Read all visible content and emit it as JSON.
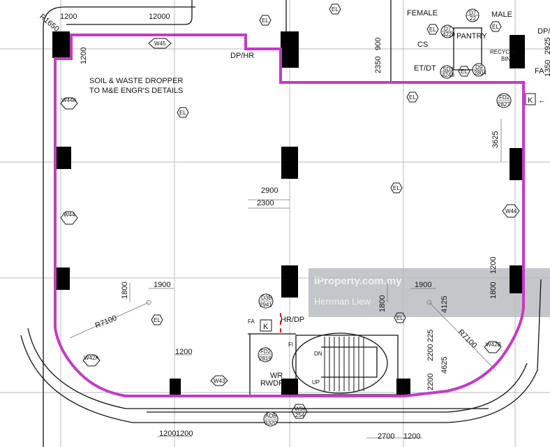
{
  "plan": {
    "dimensions": {
      "top_left_1200": "1200",
      "top_12000": "12000",
      "radius_top": "R1650",
      "dropper_1200": "1200",
      "d_900": "900",
      "d_2350": "2350",
      "d_1350": "1350",
      "d_2925": "2925",
      "d_3625": "3625",
      "d_2900": "2900",
      "d_2300": "2300",
      "left_1800": "1800",
      "left_1900": "1900",
      "left_r7100": "R7100",
      "right_1800": "1800",
      "right_1900": "1900",
      "right_4125": "4125",
      "right_r7100": "R7100",
      "far_1200": "1200",
      "far_1800": "1800",
      "d_225": "225",
      "d_2200a": "2200",
      "d_2200b": "2200",
      "d_4625": "4625",
      "bottom_1200": "1200",
      "bottom_1200a": "1200",
      "bottom_1200b": "1200",
      "bottom_2700": "2700",
      "bottom_1200c": "1200"
    },
    "notes": {
      "dropper_line1": "SOIL & WASTE DROPPER",
      "dropper_line2": "TO M&E ENGR'S DETAILS"
    },
    "rooms": {
      "female": "FEMALE",
      "male": "MALE",
      "pantry": "PANTRY",
      "cs": "CS",
      "et_dt": "ET/DT",
      "recycle_bin_1": "RECYCLE",
      "recycle_bin_2": "BIN",
      "dp_hr_top": "DP/HR",
      "dp_right": "DP/",
      "hr_dp": "HR/DP",
      "fa_top": "FA",
      "fa_bottom": "FA",
      "k_right": "K",
      "k_bottom": "K",
      "fi": "FI",
      "wr": "WR",
      "rwdp": "RWDP",
      "dn": "DN",
      "up": "UP"
    },
    "tags": {
      "w45": "W45",
      "w44a": "W44A",
      "w44_left": "W44",
      "w44_right": "W44",
      "w42a": "W42A",
      "w42b": "W42B",
      "w43": "W43",
      "w9e": "W9e",
      "w9e_num": "254",
      "el": "EL"
    },
    "doors": [
      {
        "code": "D7",
        "num": "22"
      },
      {
        "code": "D7",
        "num": "4229"
      },
      {
        "code": "SD3",
        "num": "4249"
      },
      {
        "code": "D9",
        "num": "2804"
      },
      {
        "code": "FD2",
        "num": "2827"
      },
      {
        "code": "D3B",
        "num": "2941"
      },
      {
        "code": "FD2",
        "num": "2819"
      },
      {
        "code": "ADB",
        "num": "3320"
      }
    ],
    "colors": {
      "boundary": "#c23cc6",
      "fire_line": "#e02020"
    }
  },
  "watermark": {
    "site": "iProperty.com.my",
    "agent": "Herrman Liew"
  }
}
